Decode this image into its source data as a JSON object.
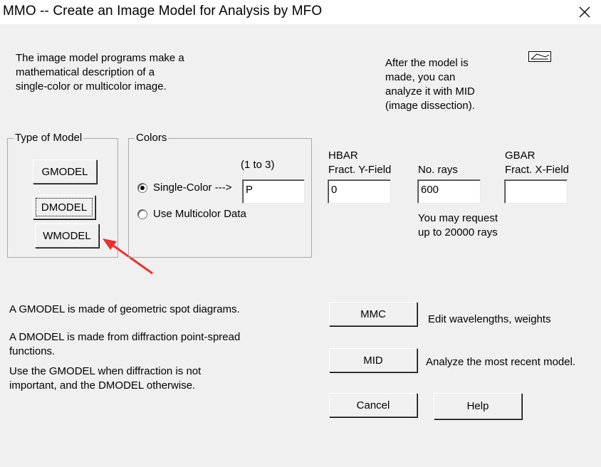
{
  "window": {
    "title": "MMO -- Create an Image Model for Analysis by MFO"
  },
  "intro": {
    "line1": "The image model programs make a",
    "line2": "mathematical description of a",
    "line3": "single-color or multicolor image."
  },
  "after": {
    "line1": "After the model is",
    "line2": "made, you can",
    "line3": "analyze it with MID",
    "line4": "(image dissection)."
  },
  "type_of_model": {
    "label": "Type of Model",
    "gmodel": "GMODEL",
    "dmodel": "DMODEL",
    "wmodel": "WMODEL"
  },
  "colors": {
    "label": "Colors",
    "range_hint": "(1 to 3)",
    "single_color": "Single-Color --->",
    "multicolor": "Use Multicolor Data",
    "selected": "single",
    "color_value": "P"
  },
  "hbar": {
    "title": "HBAR",
    "label": "Fract. Y-Field",
    "value": "0"
  },
  "rays": {
    "label": "No. rays",
    "value": "600",
    "note1": "You may request",
    "note2": "up to 20000 rays"
  },
  "gbar": {
    "title": "GBAR",
    "label": "Fract. X-Field",
    "value": ""
  },
  "info": {
    "gmodel": "A GMODEL is made of geometric spot diagrams.",
    "dmodel1": "A DMODEL is made from diffraction point-spread",
    "dmodel2": "functions.",
    "usage1": "Use the GMODEL when diffraction is not",
    "usage2": "important, and the DMODEL otherwise."
  },
  "actions": {
    "mmc": "MMC",
    "mmc_desc": "Edit wavelengths, weights",
    "mid": "MID",
    "mid_desc": "Analyze the most recent model.",
    "cancel": "Cancel",
    "help": "Help"
  },
  "colors_palette": {
    "arrow": "#e8312f",
    "background": "#f0f0f0",
    "titlebar": "#ffffff"
  },
  "icons": [
    "close-icon",
    "model-icon",
    "annotation-arrow"
  ]
}
